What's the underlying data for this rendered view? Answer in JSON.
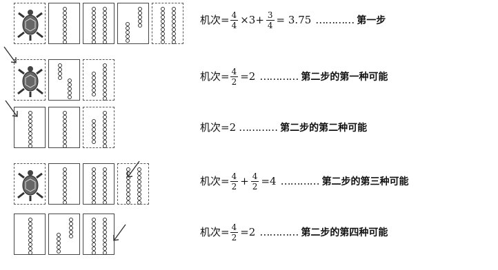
{
  "rows": [
    {
      "prefix": "机次=",
      "parts": [
        {
          "frac": [
            "4",
            "4"
          ]
        },
        {
          "op": "×3+"
        },
        {
          "frac": [
            "3",
            "4"
          ]
        },
        {
          "op": "= 3.75"
        }
      ],
      "dots": "…………",
      "label": "第一步"
    },
    {
      "prefix": "机次=",
      "parts": [
        {
          "frac": [
            "4",
            "2"
          ]
        },
        {
          "op": "=2"
        }
      ],
      "dots": "…………",
      "label": "第二步的第一种可能"
    },
    {
      "prefix": "机次=2",
      "parts": [],
      "dots": "…………",
      "label": "第二步的第二种可能"
    },
    {
      "prefix": "机次=",
      "parts": [
        {
          "frac": [
            "4",
            "2"
          ]
        },
        {
          "op": "+"
        },
        {
          "frac": [
            "4",
            "2"
          ]
        },
        {
          "op": "=4"
        }
      ],
      "dots": "…………",
      "label": "第二步的第三种可能"
    },
    {
      "prefix": "机次=",
      "parts": [
        {
          "frac": [
            "4",
            "2"
          ]
        },
        {
          "op": "=2"
        }
      ],
      "dots": "…………",
      "label": "第二步的第四种可能"
    }
  ],
  "tile_rows": [
    [
      "turtle",
      "dots-vertical",
      "dots-two",
      "dots-split",
      "dots-double-dashed"
    ],
    [
      "turtle",
      "dots-split-small",
      "dots-two-dashed"
    ],
    [
      "dots-vertical",
      "dots-vertical",
      "dots-two-dashed"
    ],
    [
      "turtle",
      "dots-vertical",
      "dots-two",
      "dots-double-dashed"
    ],
    [
      "dots-vertical",
      "dots-split",
      "dots-double"
    ]
  ],
  "icons": {
    "arrow": "down-left-arrow-icon",
    "turtle": "turtle-icon",
    "tile": "domino-tile-icon"
  }
}
